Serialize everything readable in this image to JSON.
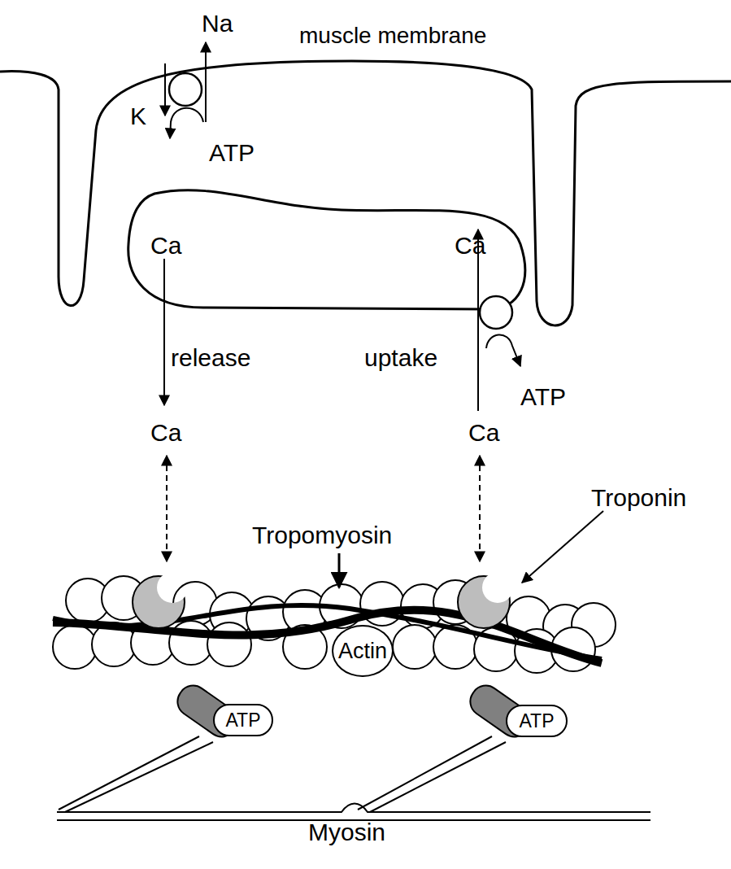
{
  "diagram": {
    "nodes": [
      {
        "text": [
          "Actin"
        ]
      },
      {
        "text": [
          "ATP"
        ]
      },
      {
        "text": [
          "ATP"
        ]
      }
    ],
    "labels": [
      "Na",
      "muscle membrane",
      "K",
      "ATP",
      "Ca",
      "Ca",
      "release",
      "uptake",
      "ATP",
      "Ca",
      "Ca",
      "Tropomyosin",
      "Troponin",
      "Myosin"
    ]
  }
}
